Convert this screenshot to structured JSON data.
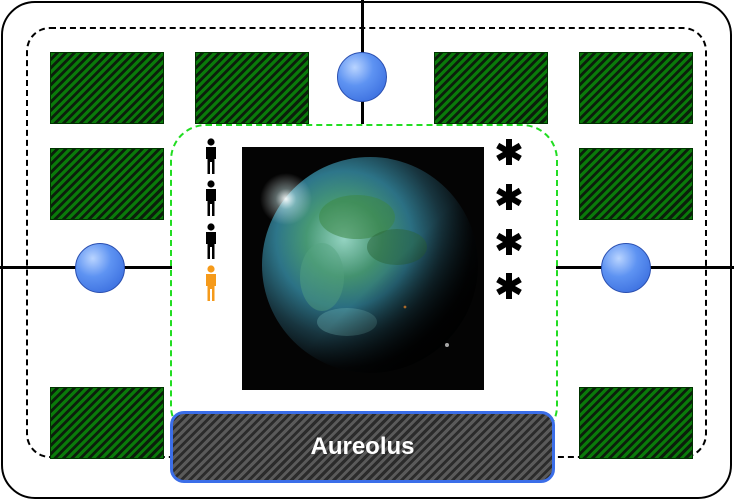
{
  "planet": {
    "name": "Aureolus",
    "population": {
      "total": 4,
      "highlighted": 1
    },
    "resources": {
      "count": 4
    }
  },
  "colors": {
    "lane_node": "#5e93f2",
    "population_default": "#000000",
    "population_highlight": "#f59a1a",
    "resource_star": "#000000",
    "zone_border": "#22dd22",
    "name_bar_border": "#3b6ee8",
    "tile_stripe": "#0a7a0a"
  },
  "icons": {
    "population": "person-icon",
    "resource": "asterisk-star-icon",
    "lane_node": "hyperlane-node-icon"
  }
}
